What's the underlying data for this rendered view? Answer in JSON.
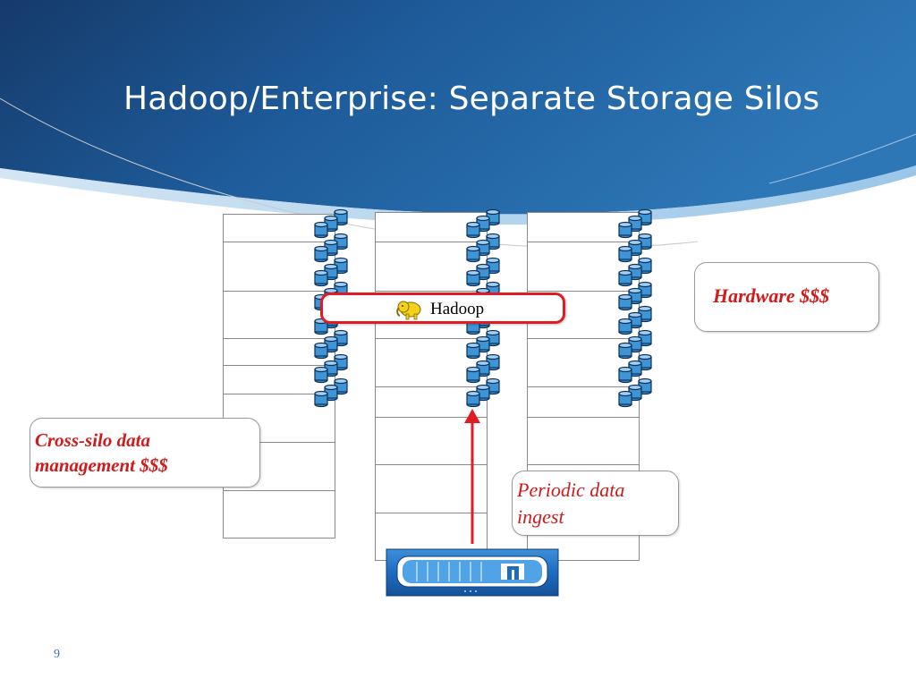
{
  "slide": {
    "title": "Hadoop/Enterprise: Separate Storage Silos",
    "page_number": "9"
  },
  "hadoop_bar": {
    "label": "Hadoop",
    "logo_icon": "hadoop-elephant-icon"
  },
  "callouts": {
    "hardware": "Hardware $$$",
    "cross_silo_line1": "Cross-silo data",
    "cross_silo_line2": "management $$$",
    "periodic_line1": "Periodic data",
    "periodic_line2": "ingest"
  },
  "colors": {
    "callout_text": "#d11a1a",
    "hadoop_border": "#e01b24",
    "arrow": "#e01b24",
    "disk": "#3d95d6",
    "header_blue": "#1e5b9a",
    "title_text": "#ffffff"
  },
  "icons": [
    "disk-stack-icon",
    "hadoop-elephant-icon",
    "storage-array-icon",
    "up-arrow-icon"
  ]
}
